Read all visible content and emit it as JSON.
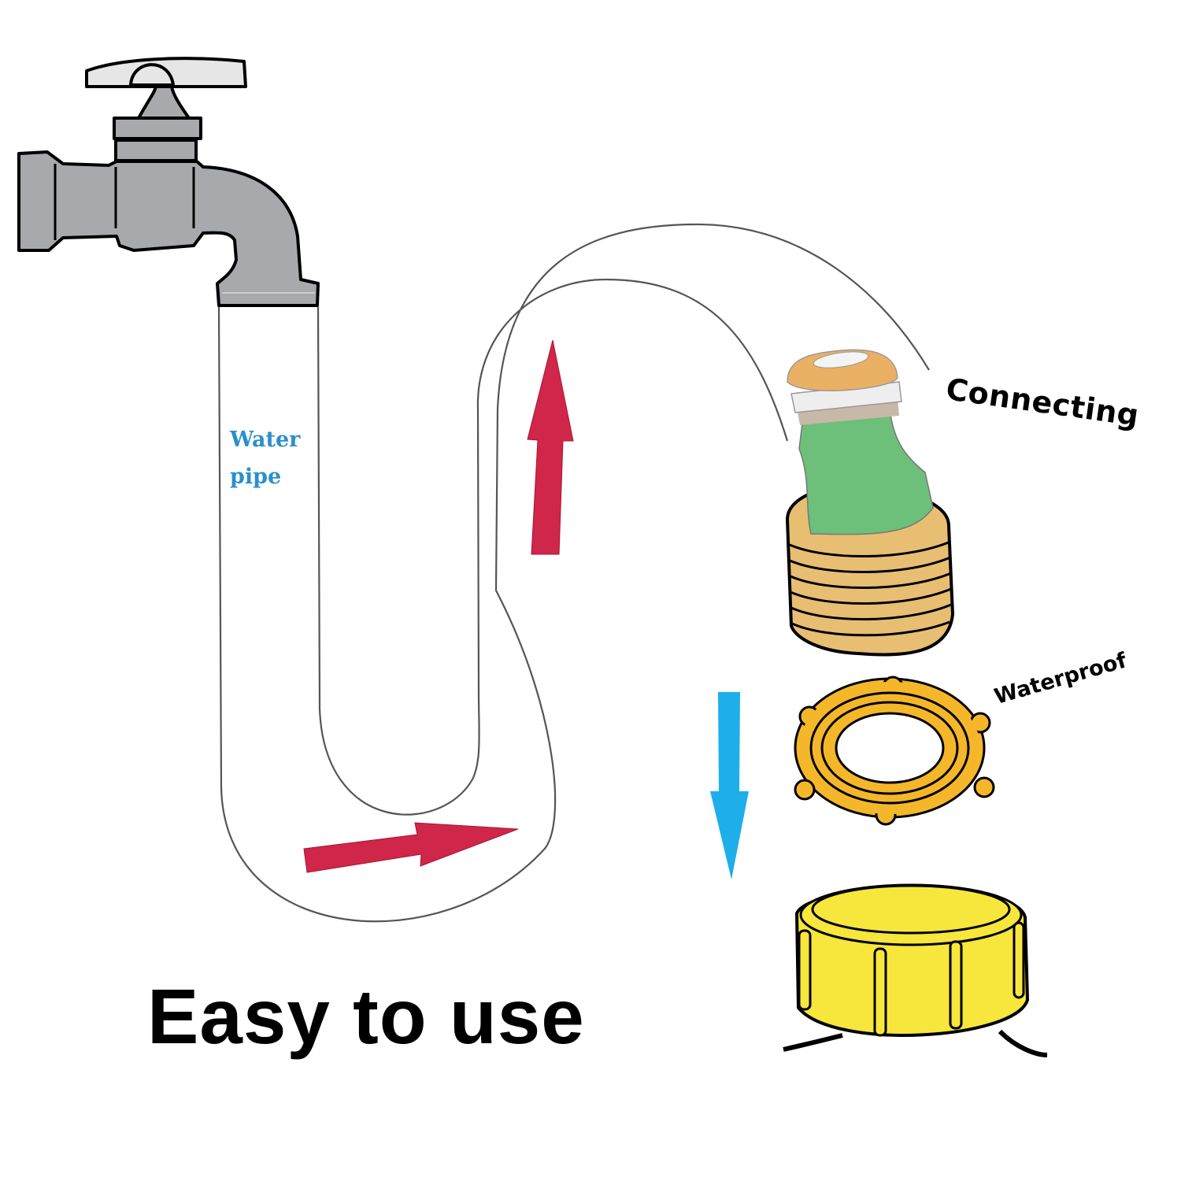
{
  "labels": {
    "water_pipe_line1": "Water",
    "water_pipe_line2": "pipe",
    "connecting": "Connecting",
    "waterproof": "Waterproof",
    "headline": "Easy to use"
  },
  "colors": {
    "faucet_body": "#a7a9ac",
    "faucet_handle": "#e6e6e6",
    "hose_outline": "#555555",
    "flow_arrow": "#d0264a",
    "down_arrow": "#1eaeea",
    "connector_orange": "#eab063",
    "connector_green": "#6cc07a",
    "thread_brass": "#e8be72",
    "washer_gold": "#f5b72a",
    "cap_yellow": "#f7e63c",
    "label_blue": "#2b8fcc"
  },
  "components": [
    {
      "id": "faucet",
      "name": "Faucet"
    },
    {
      "id": "hose",
      "name": "Water pipe"
    },
    {
      "id": "connector",
      "name": "Quick connector",
      "label": "Connecting"
    },
    {
      "id": "washer",
      "name": "Rubber washer",
      "label": "Waterproof"
    },
    {
      "id": "cap",
      "name": "Yellow adapter cap"
    }
  ],
  "flow_arrows": [
    {
      "id": "arrow-right",
      "direction": "right",
      "color": "red"
    },
    {
      "id": "arrow-up",
      "direction": "up",
      "color": "red"
    },
    {
      "id": "arrow-down",
      "direction": "down",
      "color": "blue"
    }
  ]
}
